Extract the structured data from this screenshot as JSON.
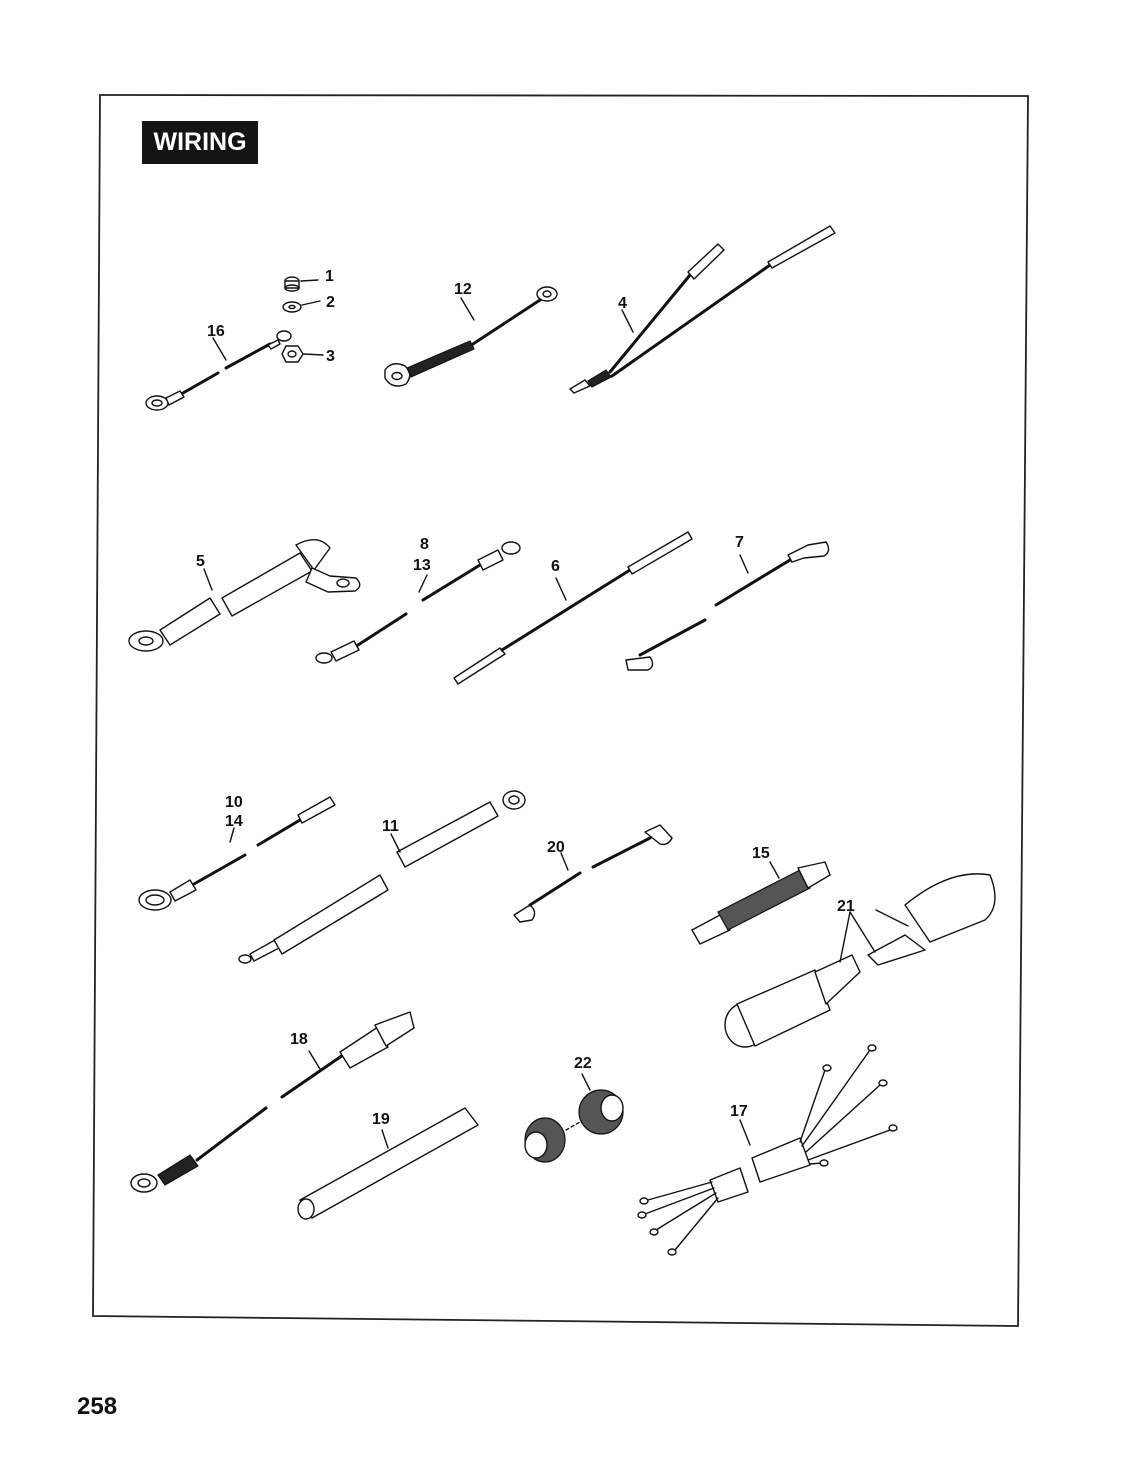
{
  "section_title": "WIRING",
  "page_number": "258",
  "callouts": [
    "1",
    "2",
    "3",
    "16",
    "12",
    "4",
    "5",
    "8",
    "13",
    "6",
    "7",
    "10",
    "14",
    "11",
    "20",
    "15",
    "21",
    "18",
    "22",
    "19",
    "17"
  ]
}
